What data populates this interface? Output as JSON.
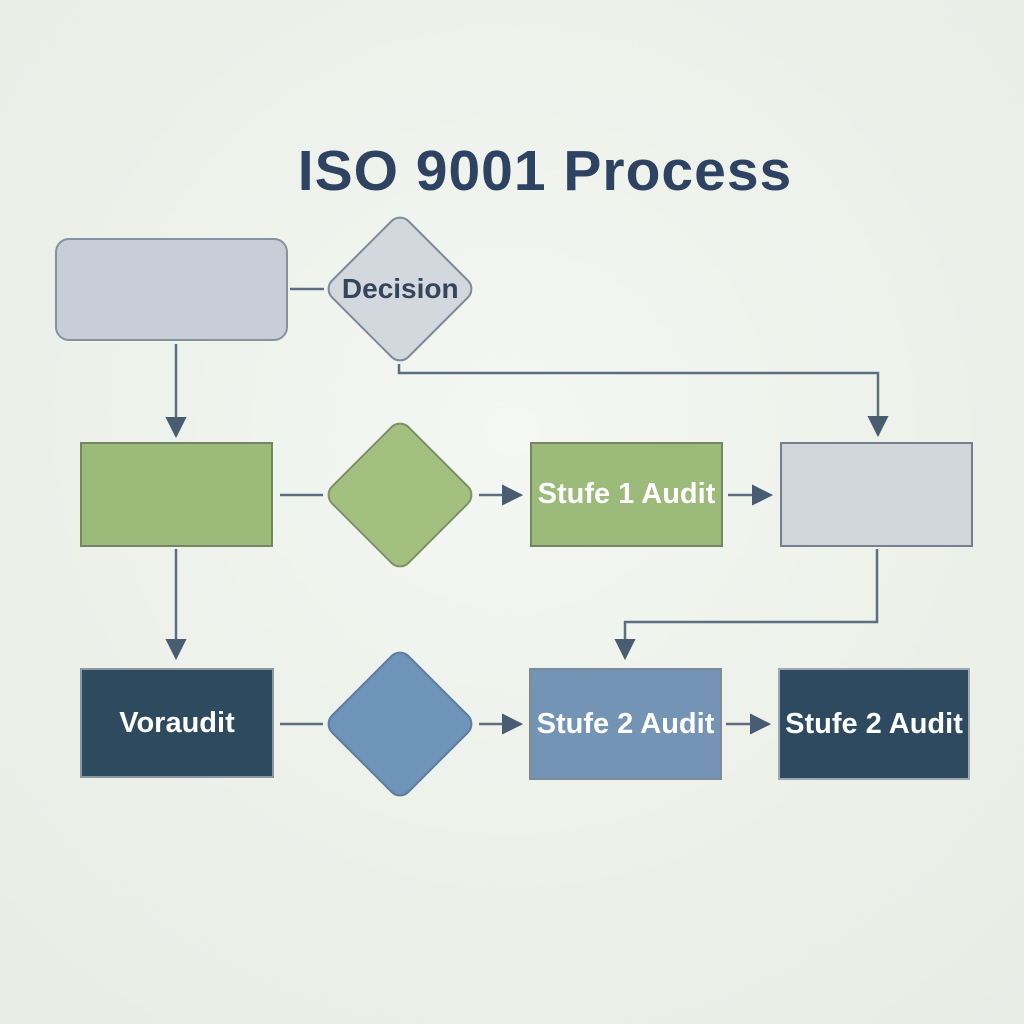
{
  "title": "ISO 9001 Process",
  "nodes": {
    "start": {
      "label": "",
      "type": "rounded-rectangle"
    },
    "decision1": {
      "label": "Decision",
      "type": "diamond"
    },
    "process1": {
      "label": "",
      "type": "rectangle"
    },
    "decision2": {
      "label": "",
      "type": "diamond"
    },
    "stufe1_audit": {
      "label": "Stufe 1 Audit",
      "type": "rectangle"
    },
    "process2": {
      "label": "",
      "type": "rectangle"
    },
    "voraudit": {
      "label": "Voraudit",
      "type": "rectangle"
    },
    "decision3": {
      "label": "",
      "type": "diamond"
    },
    "stufe2_audit": {
      "label": "Stufe 2 Audit",
      "type": "rectangle"
    },
    "stufe2_audit_final": {
      "label": "Stufe 2 Audit",
      "type": "rectangle"
    }
  },
  "connections": [
    {
      "from": "start",
      "to": "decision1",
      "arrowhead": false
    },
    {
      "from": "start",
      "to": "process1",
      "arrowhead": true
    },
    {
      "from": "decision1",
      "to": "process2",
      "arrowhead": true
    },
    {
      "from": "process1",
      "to": "decision2",
      "arrowhead": false
    },
    {
      "from": "decision2",
      "to": "stufe1_audit",
      "arrowhead": true
    },
    {
      "from": "stufe1_audit",
      "to": "process2",
      "arrowhead": true
    },
    {
      "from": "process1",
      "to": "voraudit",
      "arrowhead": true
    },
    {
      "from": "process2",
      "to": "stufe2_audit",
      "arrowhead": true
    },
    {
      "from": "voraudit",
      "to": "decision3",
      "arrowhead": false
    },
    {
      "from": "decision3",
      "to": "stufe2_audit",
      "arrowhead": true
    },
    {
      "from": "stufe2_audit",
      "to": "stufe2_audit_final",
      "arrowhead": true
    }
  ],
  "colors": {
    "background": "#ebefe9",
    "title_text": "#2d4361",
    "light_gray_fill": "#c8ced8",
    "decision_diamond_fill": "#d3d7de",
    "gray_fill": "#d1d6db",
    "green_fill": "#9cba7a",
    "green_diamond_fill": "#a3c081",
    "steel_blue_fill": "#7394b5",
    "blue_diamond_fill": "#6e94b9",
    "dark_blue_fill": "#2e4a60",
    "connector": "#5c6e80",
    "node_white_text": "#ffffff"
  }
}
